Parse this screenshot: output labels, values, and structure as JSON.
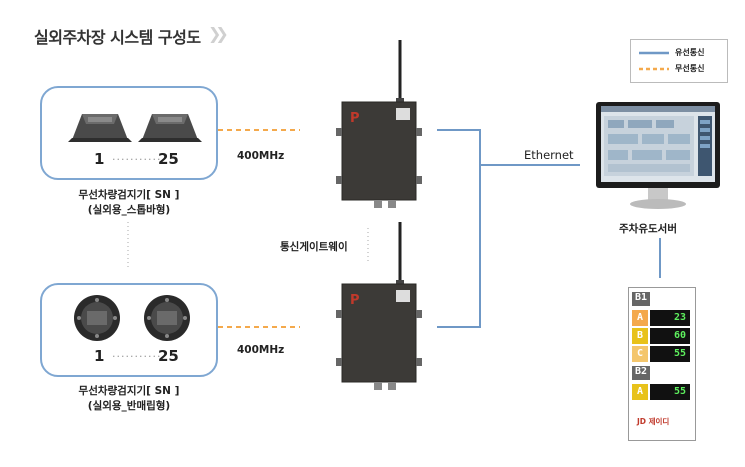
{
  "title": "실외주차장 시스템 구성도",
  "title_chevrons": "❯❯",
  "legend": {
    "wired_label": "유선통신",
    "wireless_label": "무선통신",
    "wired_color": "#6f98c6",
    "wireless_color": "#f4a94c"
  },
  "group_top": {
    "range_start": "1",
    "range_end": "25",
    "caption_line1": "무선차량검지기[ SN ]",
    "caption_line2": "(실외용_스톱바형)",
    "frequency": "400MHz"
  },
  "group_bottom": {
    "range_start": "1",
    "range_end": "25",
    "caption_line1": "무선차량검지기[ SN ]",
    "caption_line2": "(실외용_반매립형)",
    "frequency": "400MHz"
  },
  "gateway_label": "통신게이트웨이",
  "ethernet_label": "Ethernet",
  "server_label": "주차유도서버",
  "display_panel": {
    "rows": [
      {
        "type": "floor",
        "label": "B1"
      },
      {
        "type": "zone",
        "label": "A",
        "value": "23",
        "color": "#f4a94c"
      },
      {
        "type": "zone",
        "label": "B",
        "value": "60",
        "color": "#e8c21a"
      },
      {
        "type": "zone",
        "label": "C",
        "value": "55",
        "color": "#f4c66c"
      },
      {
        "type": "floor",
        "label": "B2"
      },
      {
        "type": "zone",
        "label": "A",
        "value": "55",
        "color": "#e8c21a"
      }
    ],
    "logo_text": "JD 제이디"
  }
}
